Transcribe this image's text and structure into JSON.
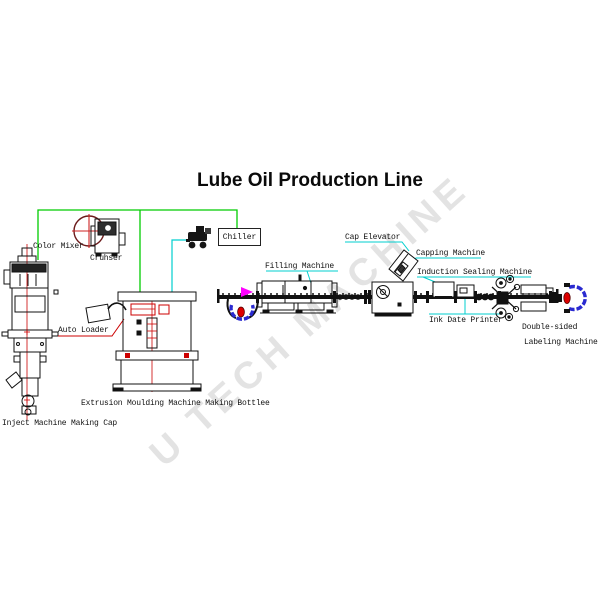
{
  "title": "Lube Oil Production Line",
  "watermark": "U TECH MACHINE",
  "colors": {
    "supply_line_green": "#00cc00",
    "air_line_cyan": "#00cfcf",
    "leader_cyan": "#00cfcf",
    "centerline_red": "#cc0000",
    "wheel_blue": "#2a2ad0",
    "arrow_magenta": "#ff00ff",
    "ink_black": "#000000"
  },
  "labels": {
    "color_mixer": "Color Mixer",
    "cruhser": "Cruhser",
    "chiller": "Chiller",
    "auto_loader": "Auto Loader",
    "inject_machine": "Inject Machine Making Cap",
    "extrusion_machine": "Extrusion Moulding Machine Making Bottlee",
    "filling_machine": "Filling Machine",
    "cap_elevator": "Cap Elevator",
    "capping_machine": "Capping Machine",
    "induction_sealing": "Induction Sealing Machine",
    "ink_date_printer": "Ink Date Printer",
    "labeling_line1": "Double-sided",
    "labeling_line2": "Labeling Machine"
  }
}
